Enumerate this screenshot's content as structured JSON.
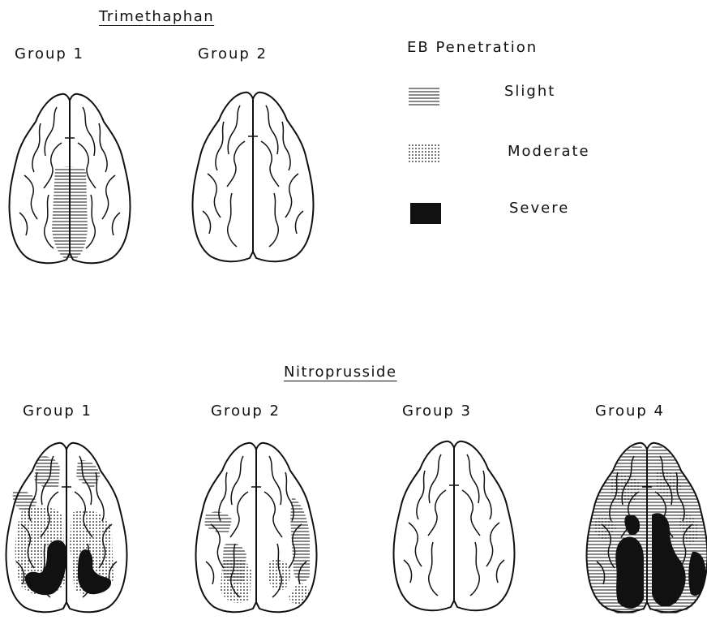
{
  "top_section": {
    "title": "Trimethaphan",
    "groups": [
      {
        "label": "Group 1",
        "penetration": "slight"
      },
      {
        "label": "Group 2",
        "penetration": "none"
      }
    ]
  },
  "legend": {
    "title": "EB Penetration",
    "items": [
      {
        "label": "Slight",
        "pattern": "horizontal-lines"
      },
      {
        "label": "Moderate",
        "pattern": "dots"
      },
      {
        "label": "Severe",
        "pattern": "solid-black"
      }
    ]
  },
  "bottom_section": {
    "title": "Nitroprusside",
    "groups": [
      {
        "label": "Group 1",
        "penetration": "mixed-severe"
      },
      {
        "label": "Group 2",
        "penetration": "slight-moderate"
      },
      {
        "label": "Group 3",
        "penetration": "none"
      },
      {
        "label": "Group 4",
        "penetration": "widespread-severe"
      }
    ]
  }
}
